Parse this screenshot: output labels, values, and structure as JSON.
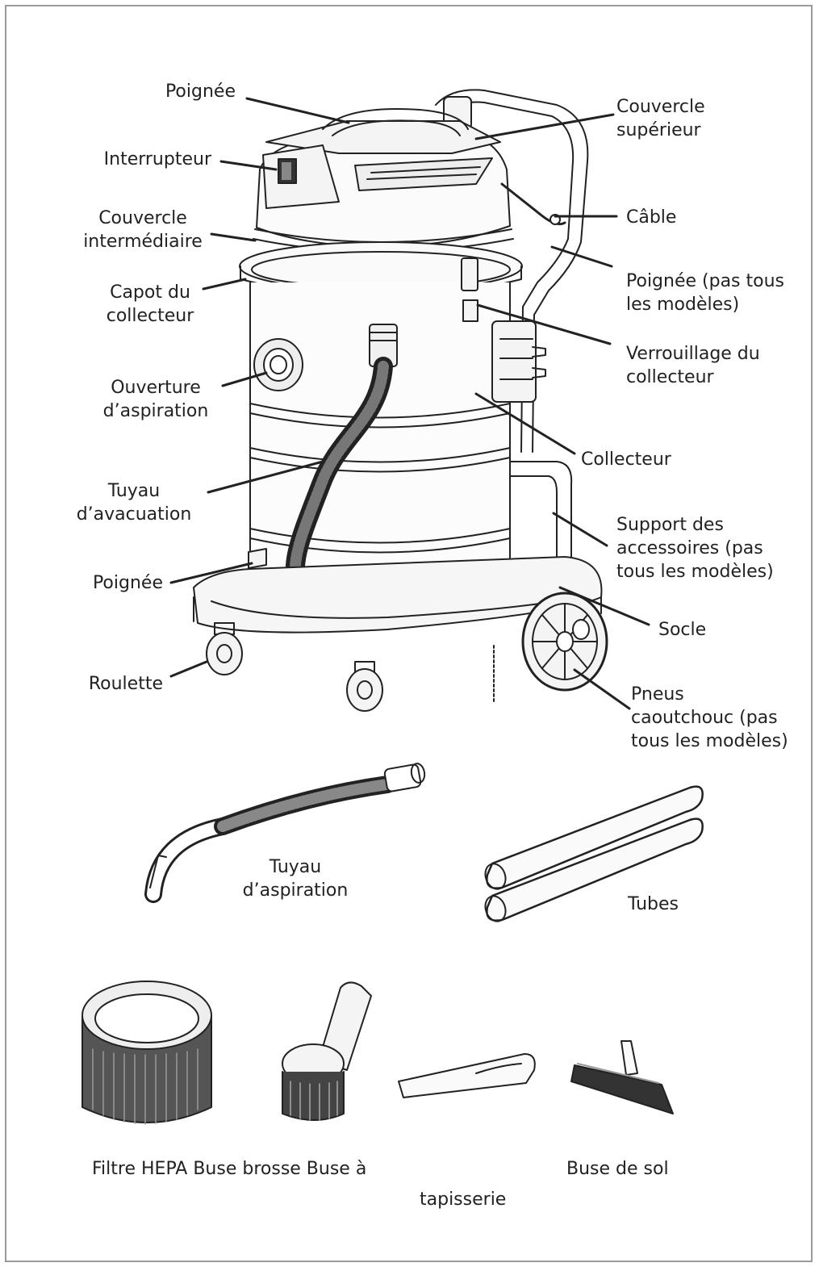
{
  "colors": {
    "ink": "#222222",
    "frame": "#9a9a9a",
    "fill": "#f4f4f4",
    "filter": "#555555"
  },
  "labels": {
    "poignee_top": "Poignée",
    "interrupteur": "Interrupteur",
    "couvercle_inter": [
      "Couvercle",
      "intermédiaire"
    ],
    "capot": [
      "Capot du",
      "collecteur"
    ],
    "ouverture": [
      "Ouverture",
      "d’aspiration"
    ],
    "tuyau_evac": [
      "Tuyau",
      "d’avacuation"
    ],
    "poignee_low": "Poignée",
    "roulette": "Roulette",
    "couvercle_sup": [
      "Couvercle",
      "supérieur"
    ],
    "cable": "Câble",
    "poignee_side": [
      "Poignée (pas tous",
      "les modèles)"
    ],
    "verrouillage": [
      "Verrouillage du",
      "collecteur"
    ],
    "collecteur": "Collecteur",
    "support": [
      "Support des",
      "accessoires (pas",
      "tous les modèles)"
    ],
    "socle": "Socle",
    "pneus": [
      "Pneus",
      "caoutchouc (pas",
      "tous les modèles)"
    ]
  },
  "accessories": {
    "tuyau_asp": [
      "Tuyau",
      "d’aspiration"
    ],
    "tubes": "Tubes",
    "row_caption": "Filtre HEPA Buse brosse Buse à",
    "tapisserie": "tapisserie",
    "buse_sol": "Buse de sol"
  }
}
